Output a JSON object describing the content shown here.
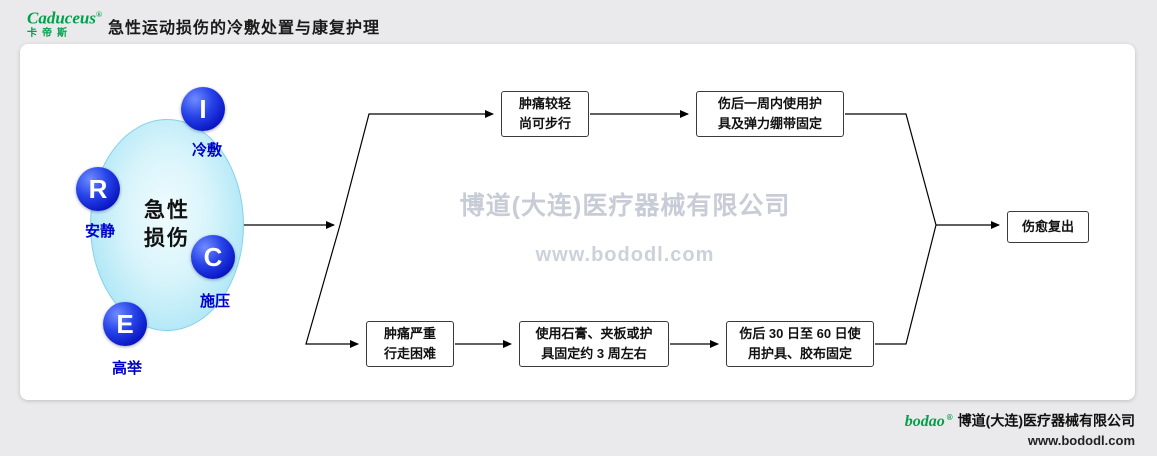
{
  "header": {
    "logo": {
      "brand": "Caduceus",
      "reg": "®",
      "sub": "卡帝斯"
    },
    "title": "急性运动损伤的冷敷处置与康复护理"
  },
  "diagram": {
    "rice": {
      "center": "急性\n损伤",
      "items": [
        {
          "letter": "I",
          "label": "冷敷"
        },
        {
          "letter": "R",
          "label": "安静"
        },
        {
          "letter": "C",
          "label": "施压"
        },
        {
          "letter": "E",
          "label": "高举"
        }
      ]
    },
    "boxes": {
      "mild": "肿痛较轻\n尚可步行",
      "mild_treatment": "伤后一周内使用护\n具及弹力绷带固定",
      "severe": "肿痛严重\n行走困难",
      "severe_treatment1": "使用石膏、夹板或护\n具固定约 3 周左右",
      "severe_treatment2": "伤后 30 日至 60 日使\n用护具、胶布固定",
      "outcome": "伤愈复出"
    },
    "watermark": {
      "company": "博道(大连)医疗器械有限公司",
      "url": "www.bododl.com"
    }
  },
  "footer": {
    "brand": "bodao",
    "reg": "®",
    "company": "博道(大连)医疗器械有限公司",
    "url": "www.bododl.com"
  },
  "colors": {
    "green": "#00a14b",
    "blue": "#0000cc"
  }
}
